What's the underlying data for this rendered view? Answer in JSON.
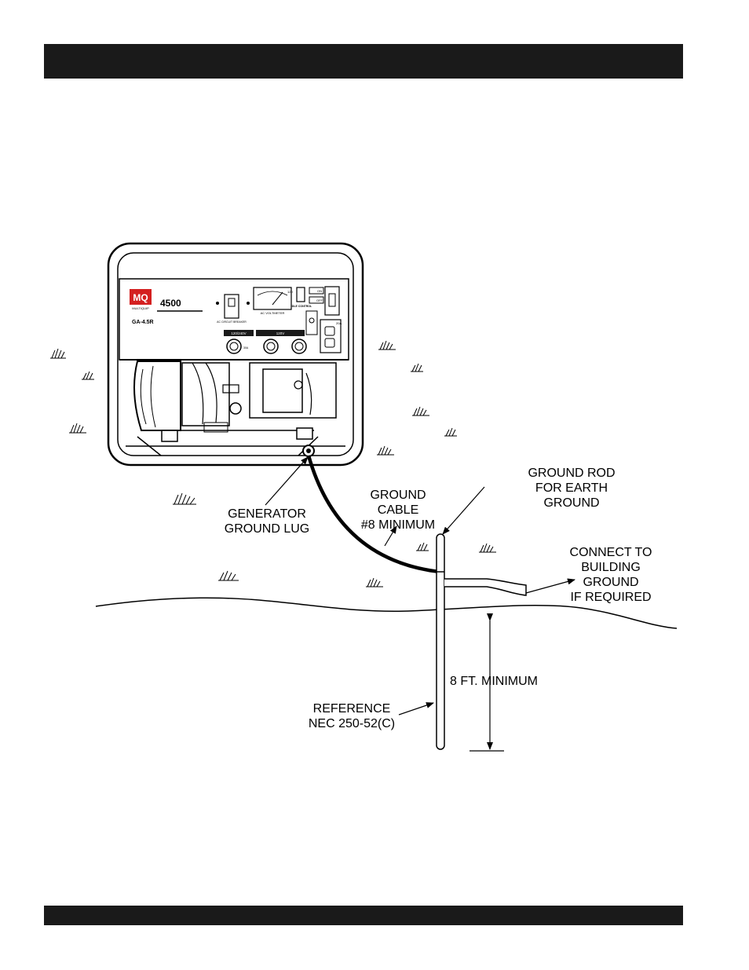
{
  "generator": {
    "brand_logo": "MQ",
    "brand_sub": "MULTIQUIP",
    "model_number": "4500",
    "model_code": "GA-4.5R",
    "panel": {
      "breaker_label": "AC CIRCUIT BREAKER",
      "voltmeter_label": "AC VOLTMETER",
      "voltmeter_value": "120",
      "idle_control_label": "IDLE CONTROL",
      "switch_on": "ON",
      "switch_off": "OFF",
      "outlet_120_240": "120/240V",
      "outlet_120": "120V",
      "amp_20a": "20A",
      "amp_30a": "30A"
    }
  },
  "labels": {
    "ground_lug": [
      "GENERATOR",
      "GROUND LUG"
    ],
    "ground_cable": [
      "GROUND",
      "CABLE",
      "#8 MINIMUM"
    ],
    "ground_rod": [
      "GROUND ROD",
      "FOR EARTH",
      "GROUND"
    ],
    "building_ground": [
      "CONNECT TO",
      "BUILDING",
      "GROUND",
      "IF REQUIRED"
    ],
    "depth": "8 FT. MINIMUM",
    "reference": [
      "REFERENCE",
      "NEC 250-52(C)"
    ]
  },
  "colors": {
    "bar": "#1a1a1a",
    "line": "#000000",
    "panel_red": "#d42020"
  }
}
